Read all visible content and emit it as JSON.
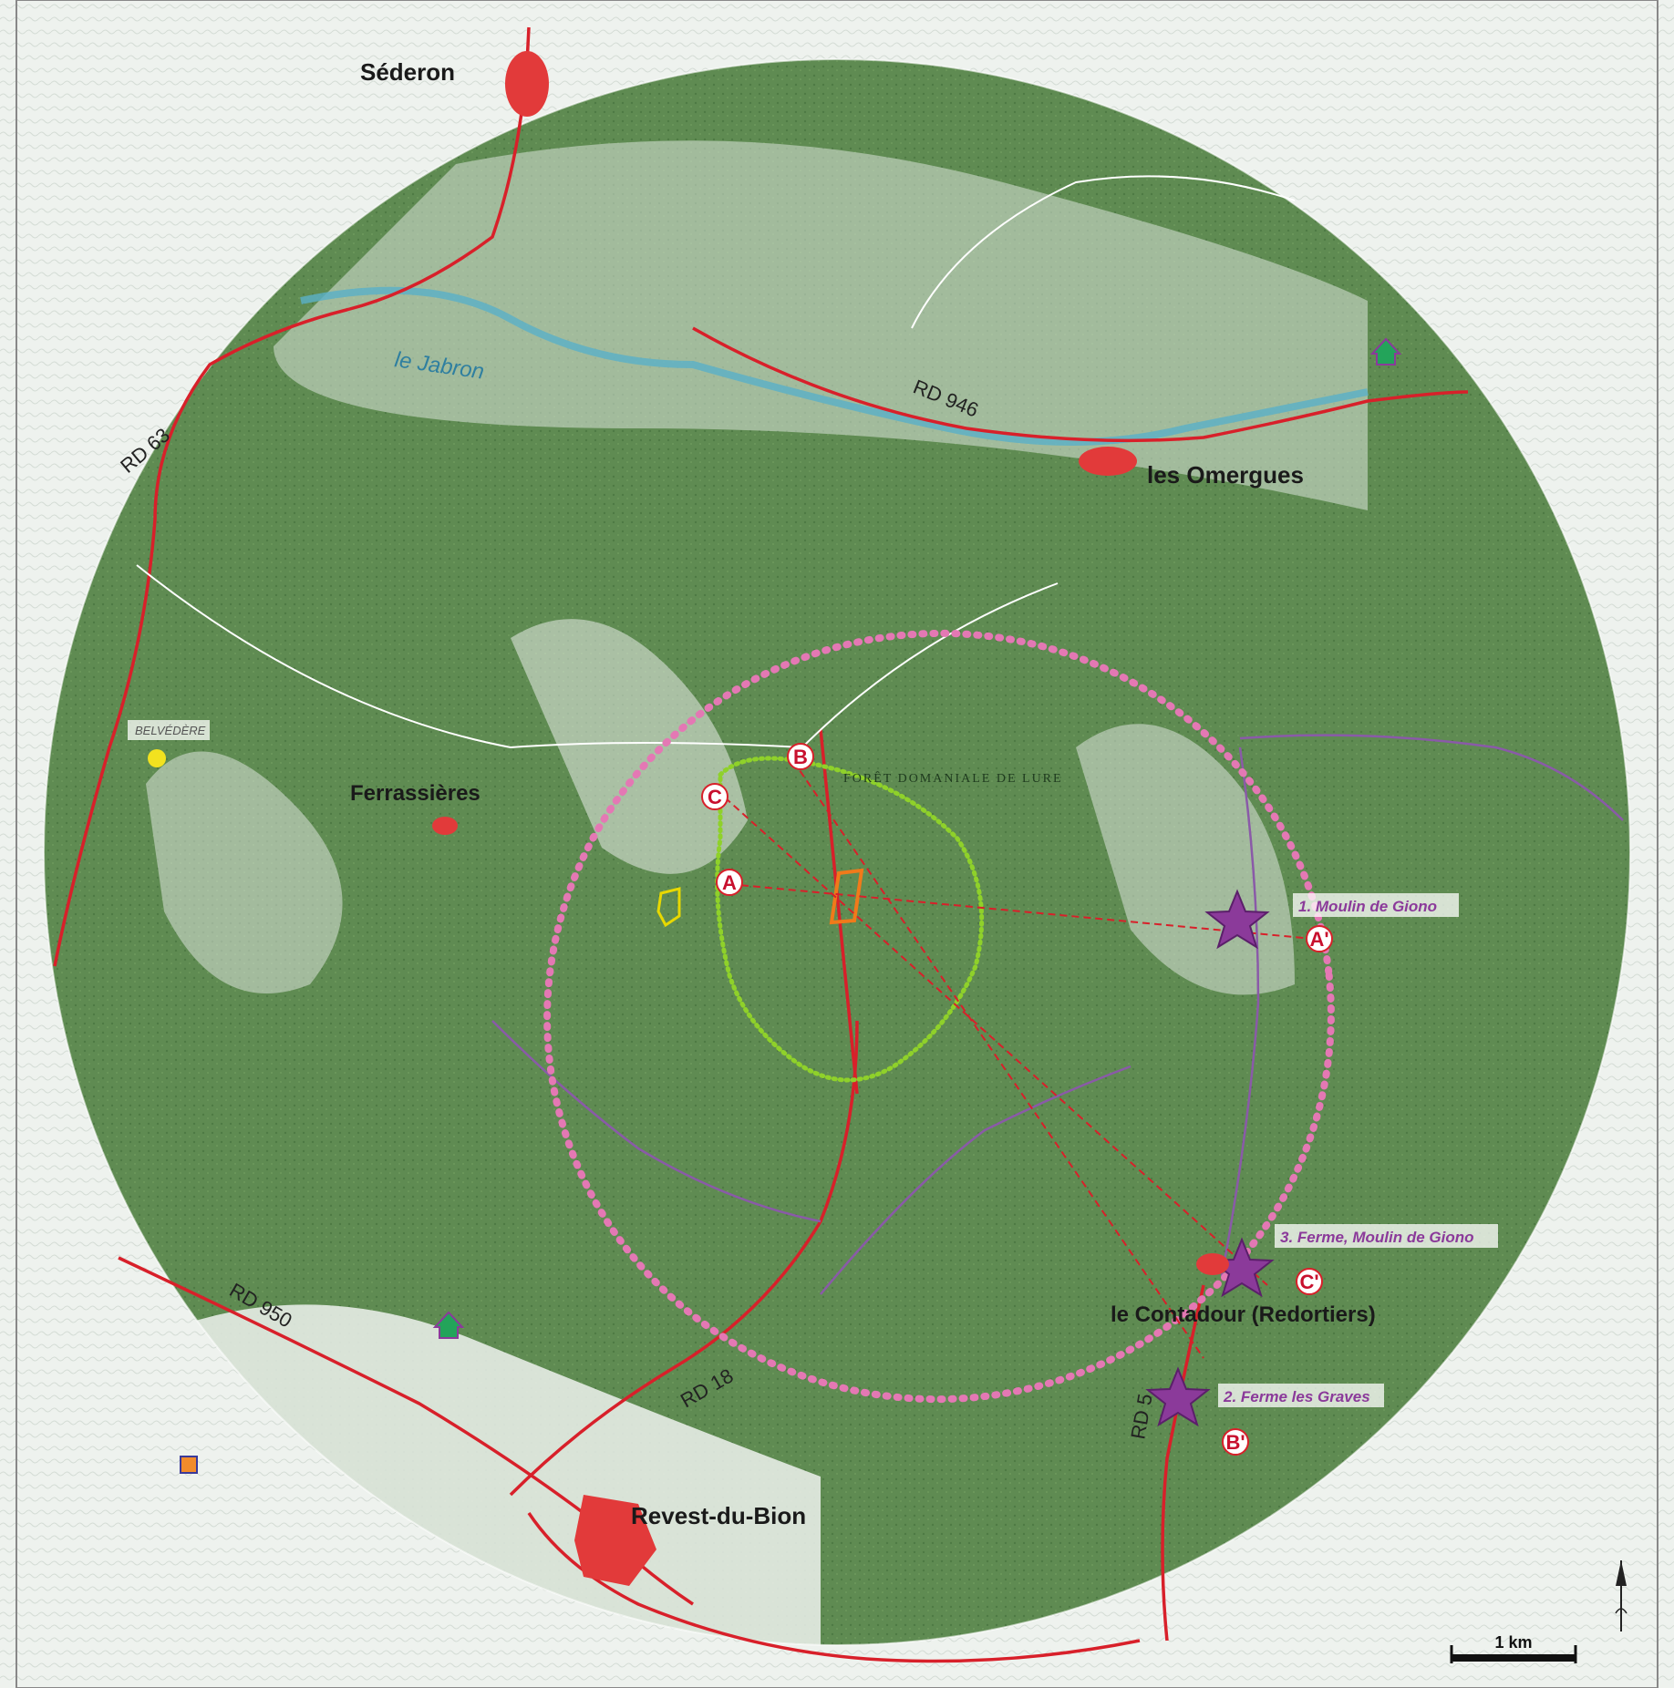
{
  "map": {
    "towns": [
      {
        "key": "sederon",
        "label": "Séderon"
      },
      {
        "key": "omergues",
        "label": "les Omergues"
      },
      {
        "key": "ferrassieres",
        "label": "Ferrassières"
      },
      {
        "key": "contadour",
        "label": "le Contadour (Redortiers)"
      },
      {
        "key": "revest",
        "label": "Revest-du-Bion"
      }
    ],
    "roads": [
      "RD 63",
      "RD 946",
      "RD 950",
      "RD 18",
      "RD 5"
    ],
    "river_label": "le Jabron",
    "forest_label": "FORÊT DOMANIALE DE LURE",
    "belvedere_label": "BELVÉDÈRE",
    "viewpoints": [
      {
        "number": "1",
        "label": "1. Moulin de Giono"
      },
      {
        "number": "2",
        "label": "2. Ferme les Graves"
      },
      {
        "number": "3",
        "label": "3. Ferme, Moulin de Giono"
      }
    ],
    "section_markers": [
      "A",
      "A'",
      "B",
      "B'",
      "C",
      "C'"
    ],
    "scale_label": "1 km",
    "colors": {
      "forest": "#5c8a4e",
      "study_area_outer": "#e478b4",
      "study_area_inner": "#8fd12a",
      "project_outline": "#f07a1a",
      "secondary_outline": "#e8d800",
      "viewpoint_star": "#8b3a9a",
      "section_line": "#d8202a",
      "roads": "#d8202a",
      "minor_roads": "#8a5aa8",
      "river": "#5ab0c8"
    },
    "icons": [
      "house-icon-green",
      "square-icon-orange",
      "north-arrow-icon",
      "star-icon"
    ]
  }
}
